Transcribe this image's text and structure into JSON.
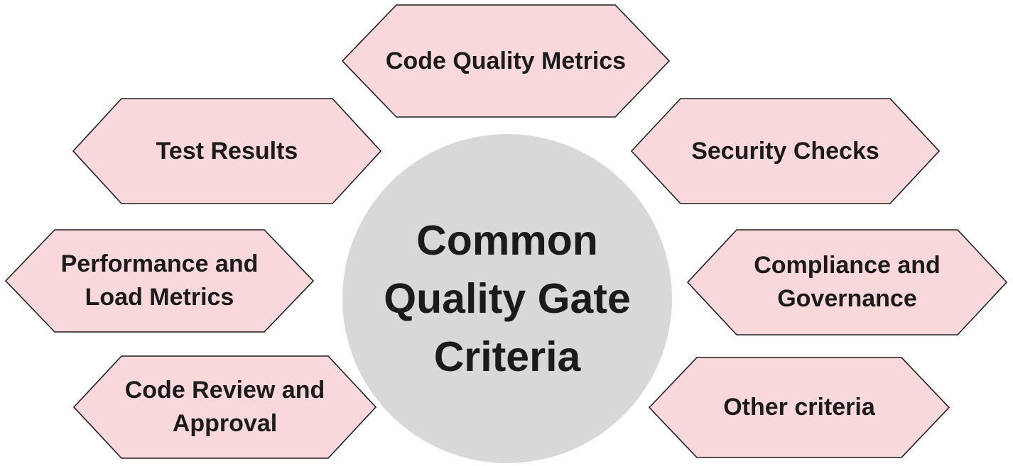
{
  "diagram": {
    "center": {
      "title": "Common Quality Gate Criteria"
    },
    "hexagons": [
      {
        "id": "code-quality-metrics",
        "label": "Code Quality Metrics"
      },
      {
        "id": "test-results",
        "label": "Test Results"
      },
      {
        "id": "security-checks",
        "label": "Security Checks"
      },
      {
        "id": "performance-load",
        "label": "Performance and Load Metrics"
      },
      {
        "id": "compliance-governance",
        "label": "Compliance and Governance"
      },
      {
        "id": "code-review-approval",
        "label": "Code Review and Approval"
      },
      {
        "id": "other-criteria",
        "label": "Other criteria"
      }
    ],
    "colors": {
      "background": "#ffffff",
      "hexagon_fill": "#f9d8db",
      "hexagon_border": "#1e1e1e",
      "circle_fill": "#d8d8d8",
      "text": "#1b1b1b"
    }
  }
}
